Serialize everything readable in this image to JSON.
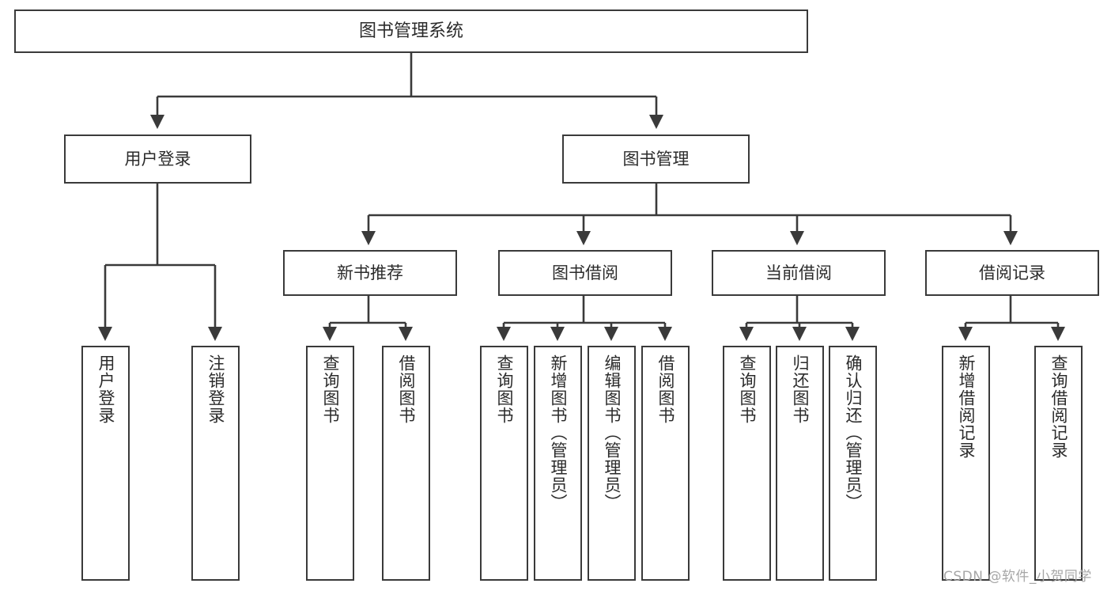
{
  "diagram": {
    "title": "图书管理系统",
    "type": "hierarchy-tree",
    "watermark": "CSDN @软件_小贺同学",
    "colors": {
      "stroke": "#3a3a3a",
      "text": "#2b2b2b",
      "background": "#ffffff",
      "watermark": "#a7a7a7"
    },
    "nodes": {
      "root": {
        "label": "图书管理系统"
      },
      "level2": [
        {
          "key": "user-login",
          "label": "用户登录"
        },
        {
          "key": "book-management",
          "label": "图书管理"
        }
      ],
      "level3": [
        {
          "key": "new-book-recommend",
          "label": "新书推荐"
        },
        {
          "key": "book-borrow",
          "label": "图书借阅"
        },
        {
          "key": "current-borrow",
          "label": "当前借阅"
        },
        {
          "key": "borrow-record",
          "label": "借阅记录"
        }
      ],
      "leaves": {
        "user_login": [
          {
            "key": "leaf-user-login",
            "label": "用户登录"
          },
          {
            "key": "leaf-logout-login",
            "label": "注销登录"
          }
        ],
        "new_book_recommend": [
          {
            "key": "leaf-query-book-1",
            "label": "查询图书"
          },
          {
            "key": "leaf-borrow-book-1",
            "label": "借阅图书"
          }
        ],
        "book_borrow": [
          {
            "key": "leaf-query-book-2",
            "label": "查询图书"
          },
          {
            "key": "leaf-add-book",
            "label": "新增图书（管理员）"
          },
          {
            "key": "leaf-edit-book",
            "label": "编辑图书（管理员）"
          },
          {
            "key": "leaf-borrow-book-2",
            "label": "借阅图书"
          }
        ],
        "current_borrow": [
          {
            "key": "leaf-query-book-3",
            "label": "查询图书"
          },
          {
            "key": "leaf-return-book",
            "label": "归还图书"
          },
          {
            "key": "leaf-confirm-return",
            "label": "确认归还（管理员）"
          }
        ],
        "borrow_record": [
          {
            "key": "leaf-add-record",
            "label": "新增借阅记录"
          },
          {
            "key": "leaf-query-record",
            "label": "查询借阅记录"
          }
        ]
      }
    }
  }
}
